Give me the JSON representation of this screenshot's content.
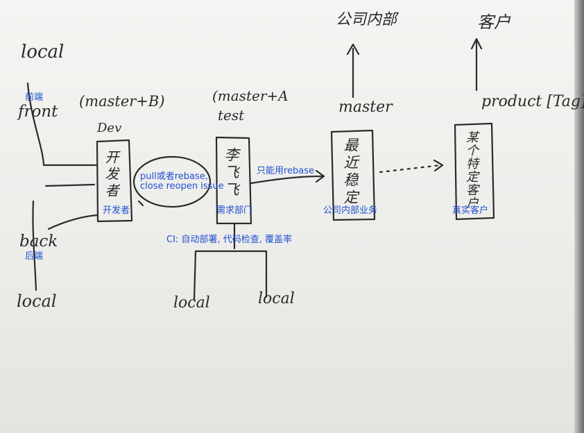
{
  "handwritten": {
    "local_top_left": "local",
    "local_bottom_left": "local",
    "local_bottom_mid_left": "local",
    "local_bottom_mid_right": "local",
    "front": "front",
    "back": "back",
    "master_b": "(master+B)",
    "dev": "Dev",
    "master_a": "(master+A",
    "test": "test",
    "master": "master",
    "gongsi_neibu": "公司内部",
    "kehu": "客户",
    "product_tag": "product [Tag]"
  },
  "boxes": {
    "developer_box": "开发者",
    "li_feifei_box": "李飞飞",
    "latest_stable_box": "最近稳定",
    "customer_box": "某个特定客户"
  },
  "annotations": {
    "qianduan": "前端",
    "houduan": "后端",
    "pull_rebase_line1": "pull或者rebase,",
    "pull_rebase_line2": "close reopen issue",
    "kaifazhe": "开发者",
    "xuqiu_bumen": "需求部门",
    "zhineng_rebase": "只能用rebase",
    "gongsi_neibu_yewu": "公司内部业务",
    "zhenshi_kehu": "真实客户",
    "ci_note": "CI: 自动部署, 代码检查, 覆盖率"
  },
  "colors": {
    "ink": "#2a2a2a",
    "annotation": "#1f4fd1",
    "paper": "#eeeeeb"
  }
}
